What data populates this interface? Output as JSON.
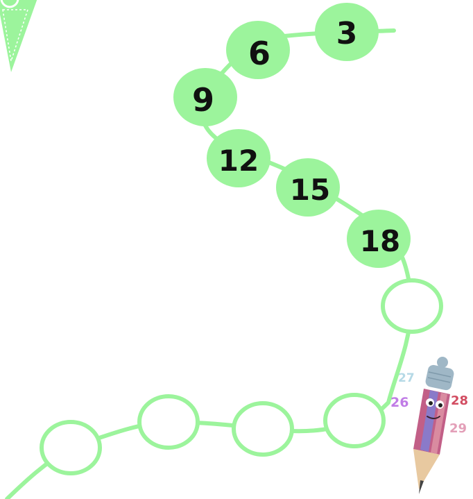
{
  "sequence": {
    "step": 3,
    "filled": [
      "3",
      "6",
      "9",
      "12",
      "15",
      "18"
    ],
    "blanks": [
      "",
      "",
      "",
      "",
      "",
      ""
    ]
  },
  "pencil": {
    "numbers": [
      "26",
      "27",
      "28",
      "29"
    ]
  },
  "colors": {
    "path": "#9cf49c",
    "fill": "#9cf49c",
    "pennant": "#9cf49c"
  }
}
